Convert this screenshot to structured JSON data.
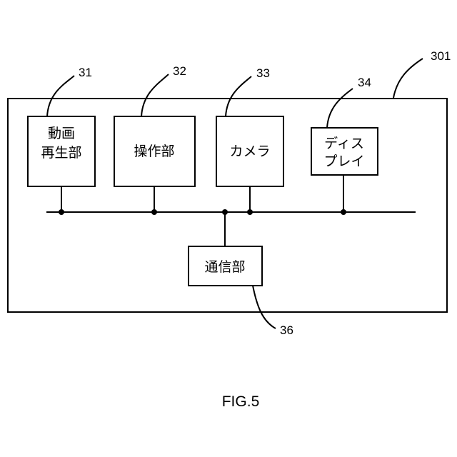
{
  "device": {
    "ref": "301"
  },
  "blocks": {
    "video_player": {
      "line1": "動画",
      "line2": "再生部",
      "ref": "31"
    },
    "operation": {
      "label": "操作部",
      "ref": "32"
    },
    "camera": {
      "label": "カメラ",
      "ref": "33"
    },
    "display": {
      "line1": "ディス",
      "line2": "プレイ",
      "ref": "34"
    },
    "communication": {
      "label": "通信部",
      "ref": "36"
    }
  },
  "caption": "FIG.5"
}
